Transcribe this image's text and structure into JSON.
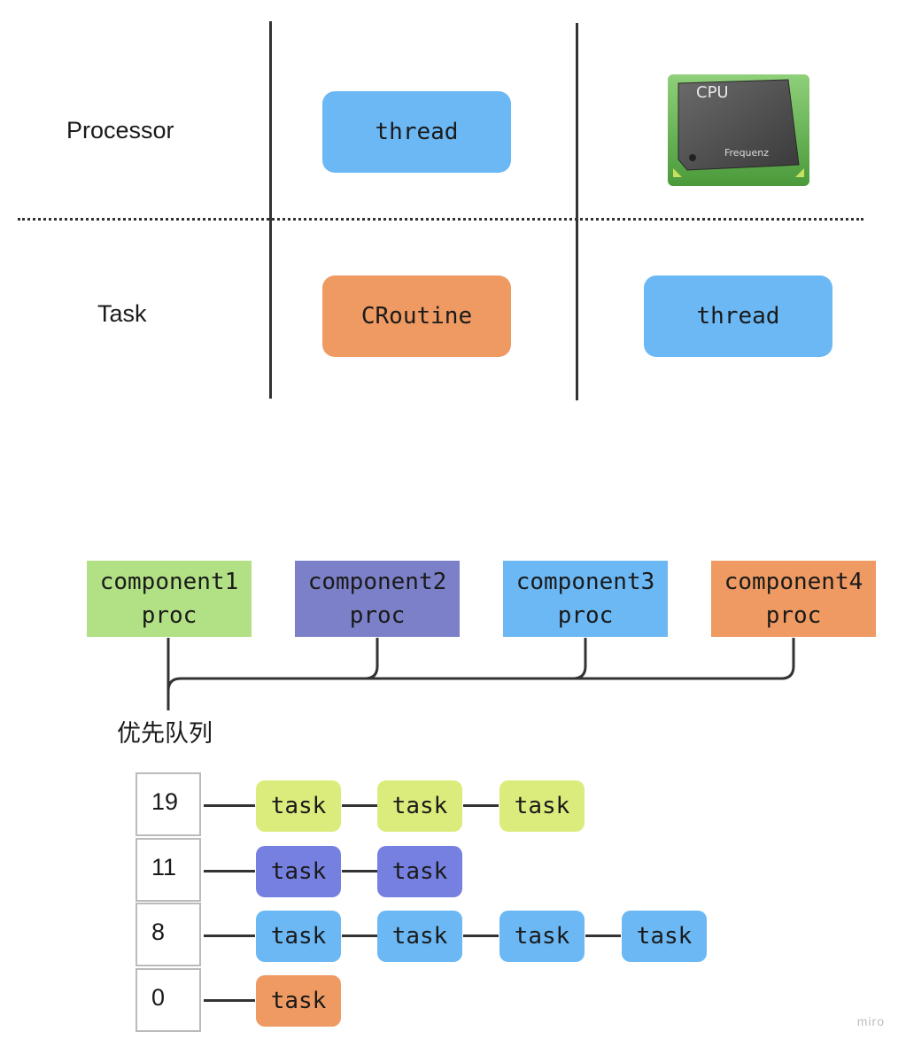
{
  "top_section": {
    "rows": [
      {
        "label": "Processor",
        "col1": {
          "text": "thread",
          "color": "#6bb8f4"
        },
        "col2": {
          "type": "cpu-chip",
          "chip_text": "CPU",
          "chip_subtext": "Frequenz"
        }
      },
      {
        "label": "Task",
        "col1": {
          "text": "CRoutine",
          "color": "#ee9a62"
        },
        "col2": {
          "text": "thread",
          "color": "#6bb8f4"
        }
      }
    ]
  },
  "components": [
    {
      "name": "component1",
      "sub": "proc",
      "color": "#b2e084"
    },
    {
      "name": "component2",
      "sub": "proc",
      "color": "#7b80c8"
    },
    {
      "name": "component3",
      "sub": "proc",
      "color": "#6bb8f4"
    },
    {
      "name": "component4",
      "sub": "proc",
      "color": "#ee9a62"
    }
  ],
  "priority_queue": {
    "label": "优先队列",
    "levels": [
      {
        "priority": "19",
        "tasks": [
          "task",
          "task",
          "task"
        ],
        "color": "#dcec7c"
      },
      {
        "priority": "11",
        "tasks": [
          "task",
          "task"
        ],
        "color": "#7680e0"
      },
      {
        "priority": "8",
        "tasks": [
          "task",
          "task",
          "task",
          "task"
        ],
        "color": "#6bb8f4"
      },
      {
        "priority": "0",
        "tasks": [
          "task"
        ],
        "color": "#ee9a62"
      }
    ]
  },
  "watermark": "miro"
}
